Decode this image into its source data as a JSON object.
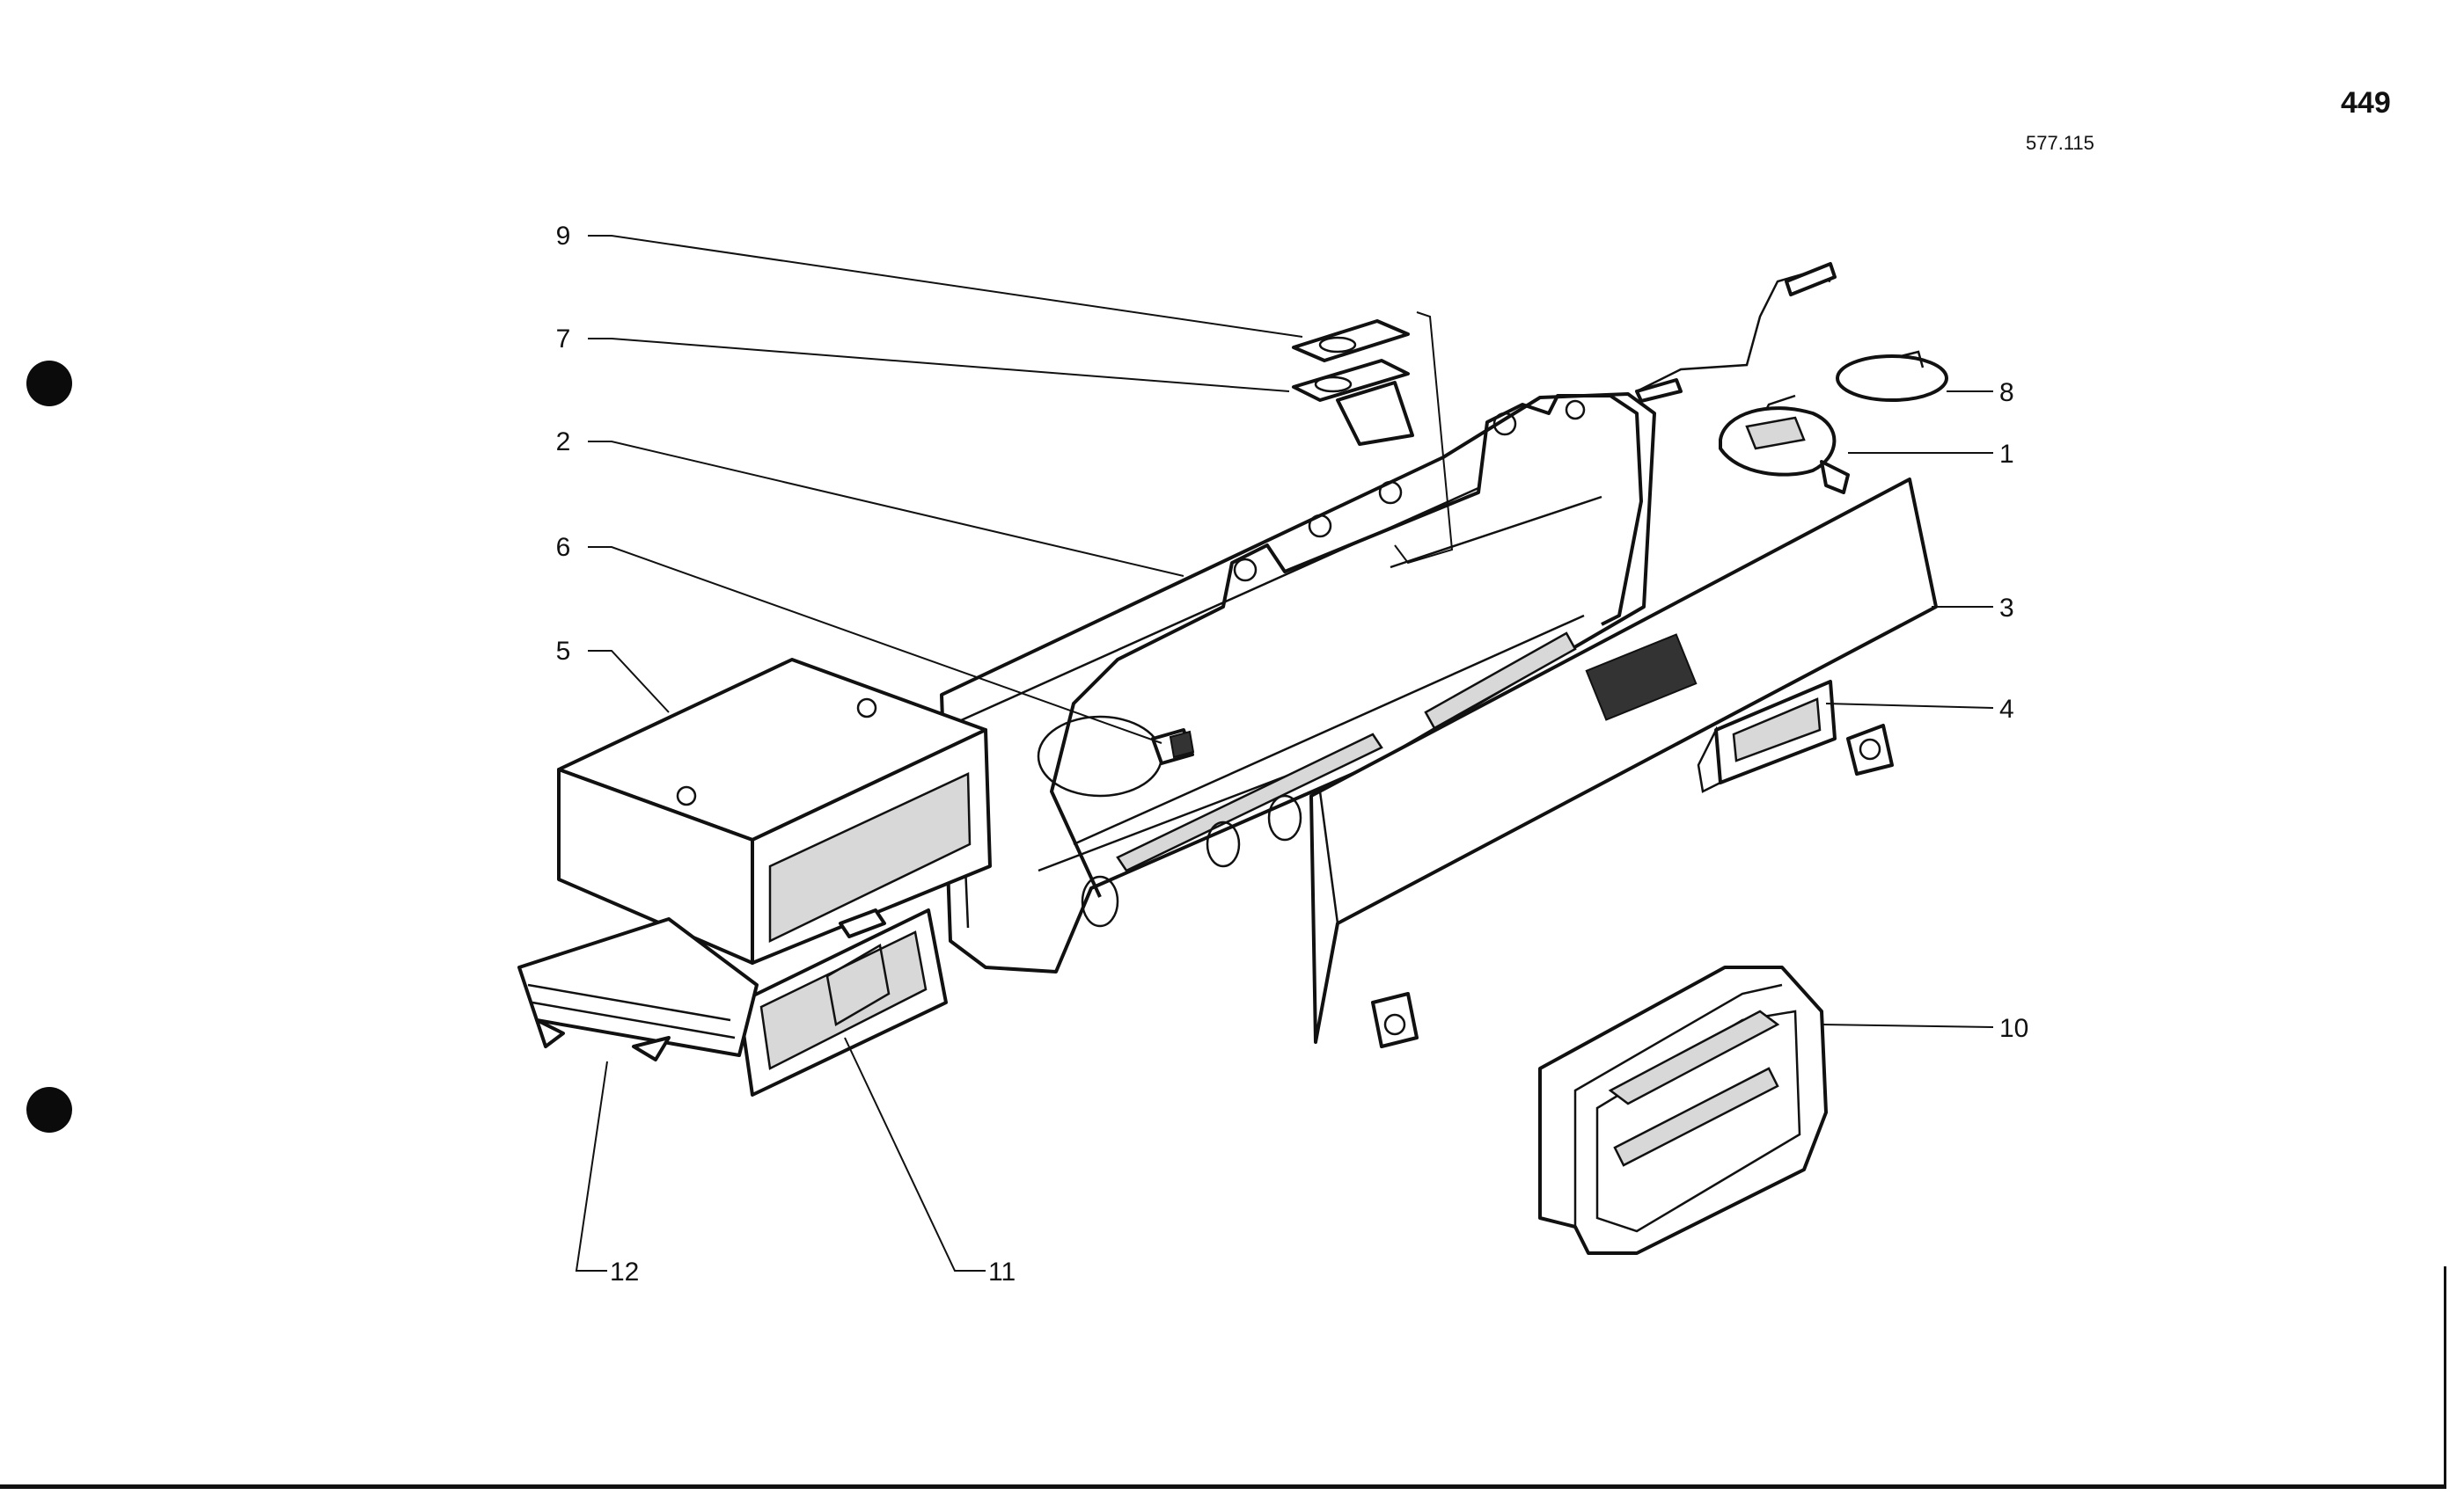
{
  "header": {
    "page_number": "449",
    "reference_code": "577.115"
  },
  "callouts": [
    "9",
    "7",
    "2",
    "6",
    "5",
    "8",
    "1",
    "3",
    "4",
    "10",
    "12",
    "11"
  ]
}
